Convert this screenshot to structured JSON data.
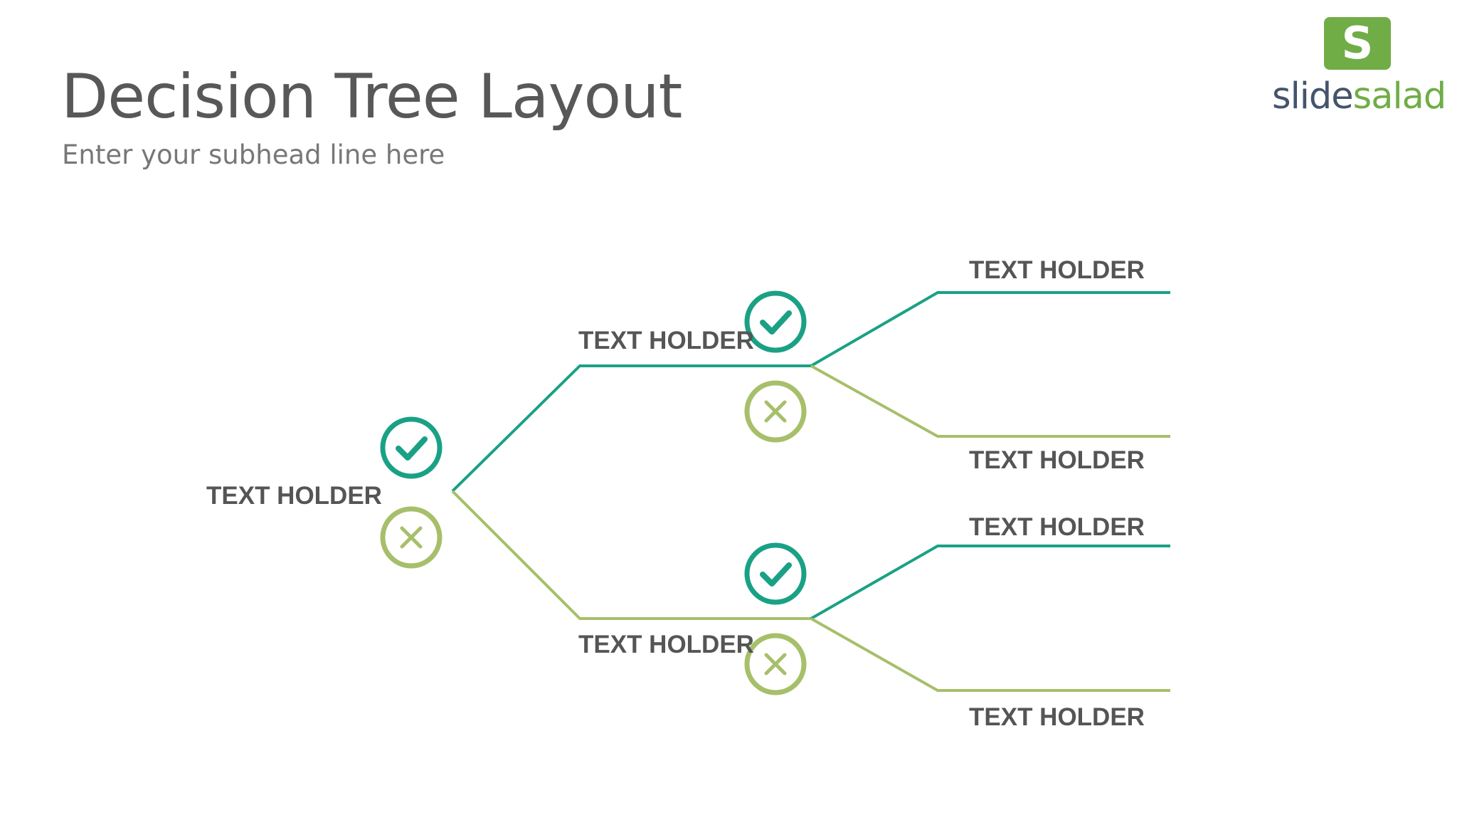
{
  "slide": {
    "title": "Decision Tree Layout",
    "subtitle": "Enter your subhead line here"
  },
  "logo": {
    "mark": "S",
    "word_dark": "slide",
    "word_green": "salad"
  },
  "colors": {
    "yes": "#1aa185",
    "no": "#a7bf6a",
    "label": "#555555",
    "title": "#585858"
  },
  "tree": {
    "root": {
      "label": "TEXT HOLDER"
    },
    "upper": {
      "label": "TEXT HOLDER",
      "yes": {
        "label": "TEXT HOLDER"
      },
      "no": {
        "label": "TEXT HOLDER"
      }
    },
    "lower": {
      "label": "TEXT HOLDER",
      "yes": {
        "label": "TEXT HOLDER"
      },
      "no": {
        "label": "TEXT HOLDER"
      }
    }
  },
  "icons": {
    "yes": "check-circle-icon",
    "no": "x-circle-icon"
  }
}
